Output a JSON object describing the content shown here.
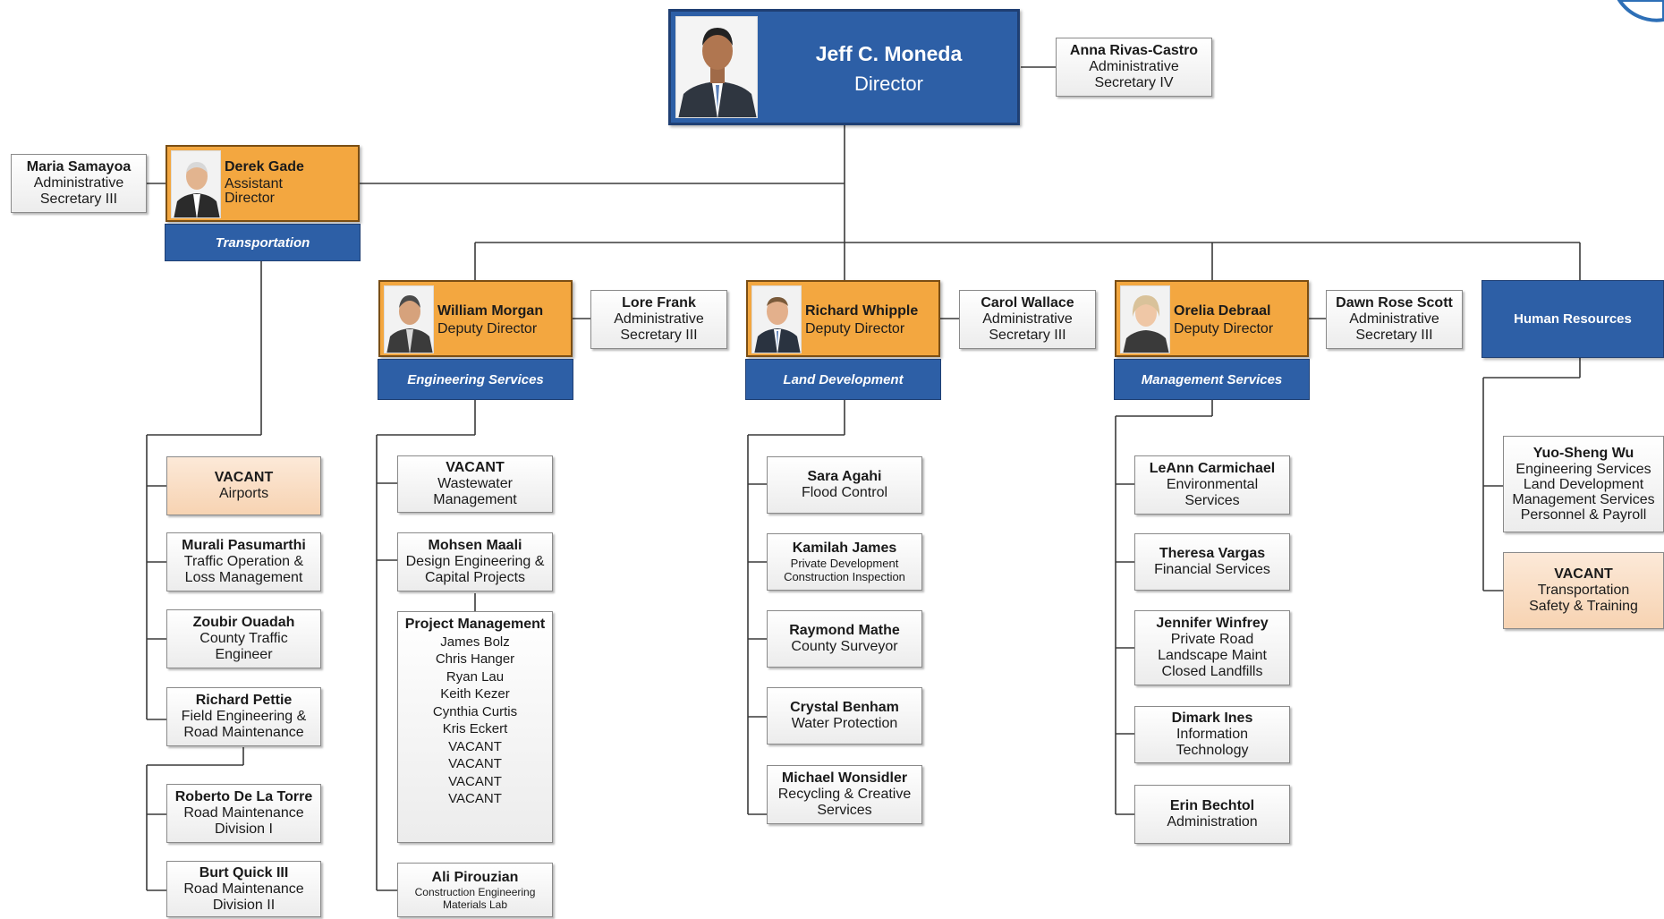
{
  "director": {
    "name": "Jeff C. Moneda",
    "title": "Director"
  },
  "director_secretary": {
    "name": "Anna Rivas-Castro",
    "title_lines": [
      "Administrative",
      "Secretary IV"
    ]
  },
  "assistant": {
    "name": "Derek Gade",
    "title_lines": [
      "Assistant",
      "Director"
    ],
    "department": "Transportation"
  },
  "assistant_secretary": {
    "name": "Maria Samayoa",
    "title_lines": [
      "Administrative",
      "Secretary III"
    ]
  },
  "deputies": [
    {
      "name": "William Morgan",
      "title": "Deputy Director",
      "department": "Engineering Services",
      "secretary": {
        "name": "Lore Frank",
        "title_lines": [
          "Administrative",
          "Secretary III"
        ]
      }
    },
    {
      "name": "Richard Whipple",
      "title": "Deputy Director",
      "department": "Land Development",
      "secretary": {
        "name": "Carol Wallace",
        "title_lines": [
          "Administrative",
          "Secretary III"
        ]
      }
    },
    {
      "name": "Orelia Debraal",
      "title": "Deputy Director",
      "department": "Management Services",
      "secretary": {
        "name": "Dawn Rose Scott",
        "title_lines": [
          "Administrative",
          "Secretary III"
        ]
      }
    }
  ],
  "human_resources": {
    "label": "Human Resources"
  },
  "transportation_units": [
    {
      "name": "VACANT",
      "lines": [
        "Airports"
      ]
    },
    {
      "name": "Murali Pasumarthi",
      "lines": [
        "Traffic Operation &",
        "Loss Management"
      ]
    },
    {
      "name": "Zoubir Ouadah",
      "lines": [
        "County Traffic",
        "Engineer"
      ]
    },
    {
      "name": "Richard Pettie",
      "lines": [
        "Field Engineering &",
        "Road Maintenance"
      ]
    },
    {
      "name": "Roberto De La Torre",
      "lines": [
        "Road Maintenance",
        "Division I"
      ]
    },
    {
      "name": "Burt Quick III",
      "lines": [
        "Road Maintenance",
        "Division II"
      ]
    }
  ],
  "engineering_units": [
    {
      "name": "VACANT",
      "lines": [
        "Wastewater",
        "Management"
      ]
    },
    {
      "name": "Mohsen Maali",
      "lines": [
        "Design Engineering &",
        "Capital Projects"
      ]
    },
    {
      "name": "Ali Pirouzian",
      "lines": [
        "Construction Engineering",
        "Materials Lab"
      ]
    }
  ],
  "project_management": {
    "title": "Project Management",
    "members": [
      "James Bolz",
      "Chris Hanger",
      "Ryan Lau",
      "Keith Kezer",
      "Cynthia Curtis",
      "Kris Eckert",
      "VACANT",
      "VACANT",
      "VACANT",
      "VACANT"
    ]
  },
  "land_units": [
    {
      "name": "Sara Agahi",
      "lines": [
        "Flood Control"
      ]
    },
    {
      "name": "Kamilah James",
      "lines": [
        "Private Development",
        "Construction Inspection"
      ]
    },
    {
      "name": "Raymond Mathe",
      "lines": [
        "County Surveyor"
      ]
    },
    {
      "name": "Crystal Benham",
      "lines": [
        "Water Protection"
      ]
    },
    {
      "name": "Michael Wonsidler",
      "lines": [
        "Recycling & Creative",
        "Services"
      ]
    }
  ],
  "management_units": [
    {
      "name": "LeAnn Carmichael",
      "lines": [
        "Environmental",
        "Services"
      ]
    },
    {
      "name": "Theresa Vargas",
      "lines": [
        "Financial Services"
      ]
    },
    {
      "name": "Jennifer Winfrey",
      "lines": [
        "Private Road",
        "Landscape Maint",
        "Closed Landfills"
      ]
    },
    {
      "name": "Dimark Ines",
      "lines": [
        "Information",
        "Technology"
      ]
    },
    {
      "name": "Erin Bechtol",
      "lines": [
        "Administration"
      ]
    }
  ],
  "hr_units": [
    {
      "name": "Yuo-Sheng Wu",
      "lines": [
        "Engineering Services",
        "Land Development",
        "Management Services",
        "Personnel & Payroll"
      ]
    },
    {
      "name": "VACANT",
      "lines": [
        "Transportation",
        "Safety & Training"
      ]
    }
  ],
  "colors": {
    "blue": "#2d5fa6",
    "orange": "#f3a740",
    "vacant": "#f8d9bd"
  }
}
